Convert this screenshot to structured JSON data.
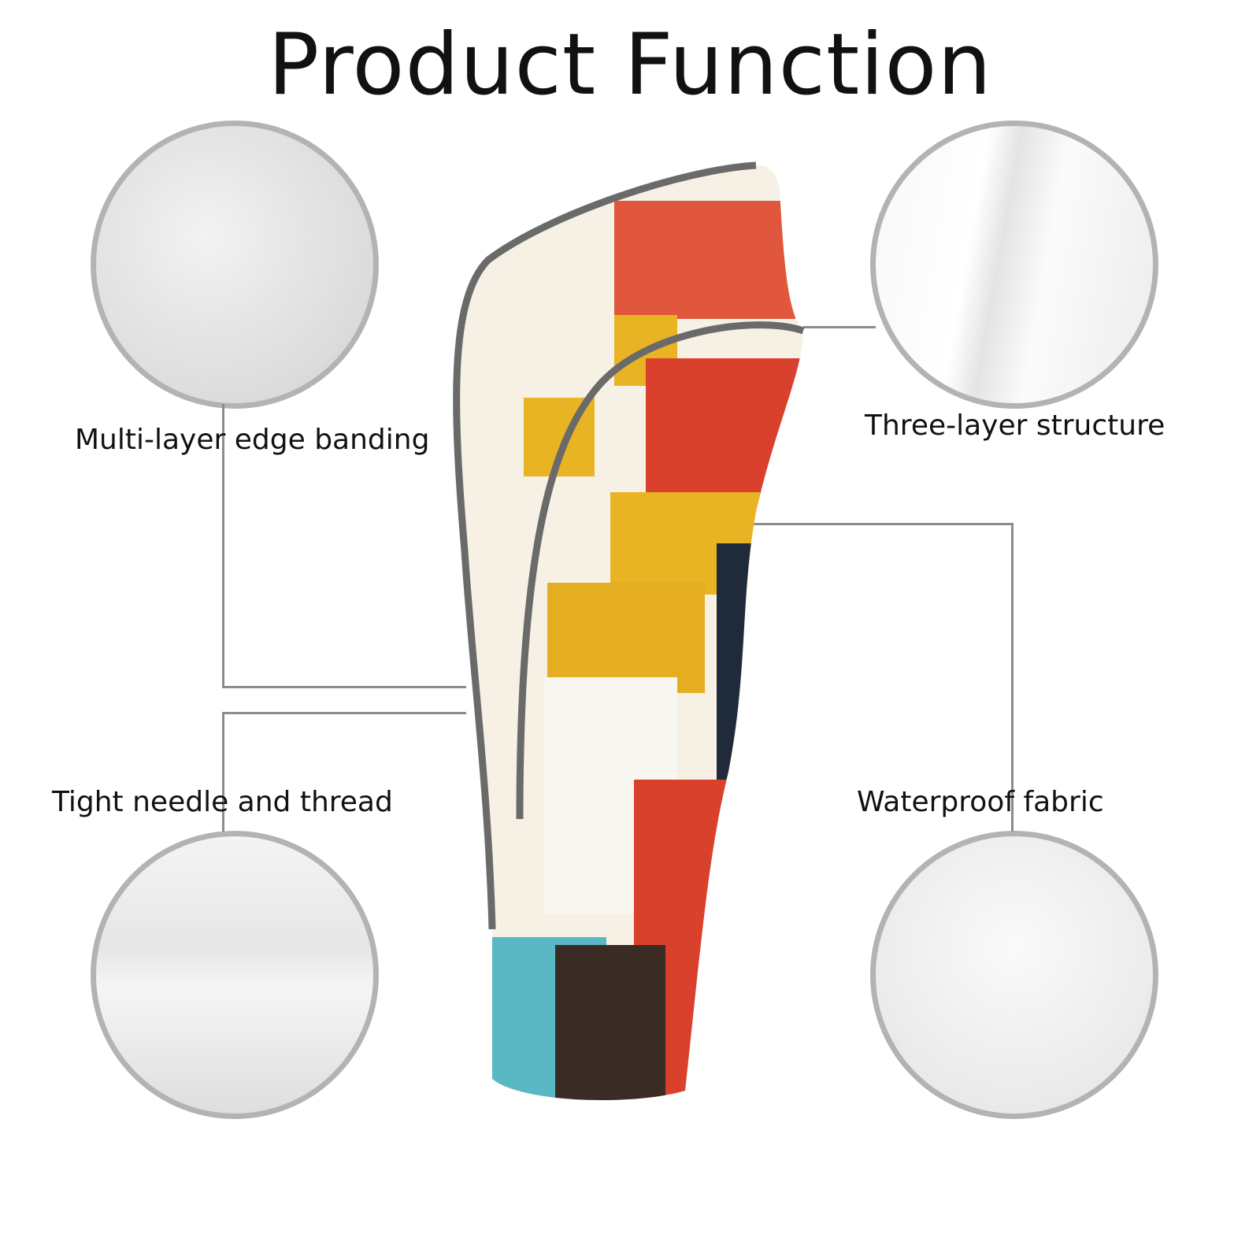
{
  "title": "Product Function",
  "features": [
    {
      "label": "Multi-layer edge banding"
    },
    {
      "label": "Three-layer structure"
    },
    {
      "label": "Tight needle and thread"
    },
    {
      "label": "Waterproof fabric"
    }
  ],
  "colors": {
    "border": "#b3b3b3",
    "line": "#8c8c8c",
    "red": "#d9412c",
    "yellow": "#e8b424",
    "teal": "#5ab8c4",
    "navy": "#1f2a3a",
    "cream": "#f6f1e4",
    "trim": "#6a6a6a"
  }
}
